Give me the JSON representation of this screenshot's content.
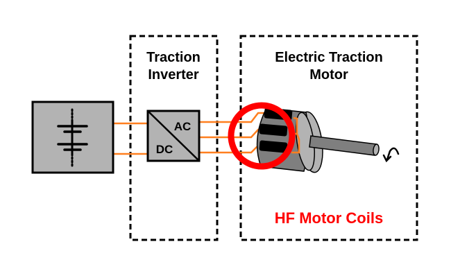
{
  "diagram": {
    "battery": {
      "label": "",
      "icon": "battery-icon"
    },
    "inverter": {
      "title_line1": "Traction",
      "title_line2": "Inverter",
      "converter": {
        "ac_label": "AC",
        "dc_label": "DC"
      }
    },
    "motor": {
      "title_line1": "Electric Traction",
      "title_line2": "Motor",
      "highlight_label": "HF Motor Coils",
      "rotation_icon": "rotation-arrow-icon"
    },
    "colors": {
      "wire": "#ff7f1f",
      "highlight": "#ff0000",
      "component_fill": "#b3b3b3",
      "motor_body": "#7f7f7f",
      "text": "#000000",
      "highlight_text": "#ff0000"
    }
  }
}
